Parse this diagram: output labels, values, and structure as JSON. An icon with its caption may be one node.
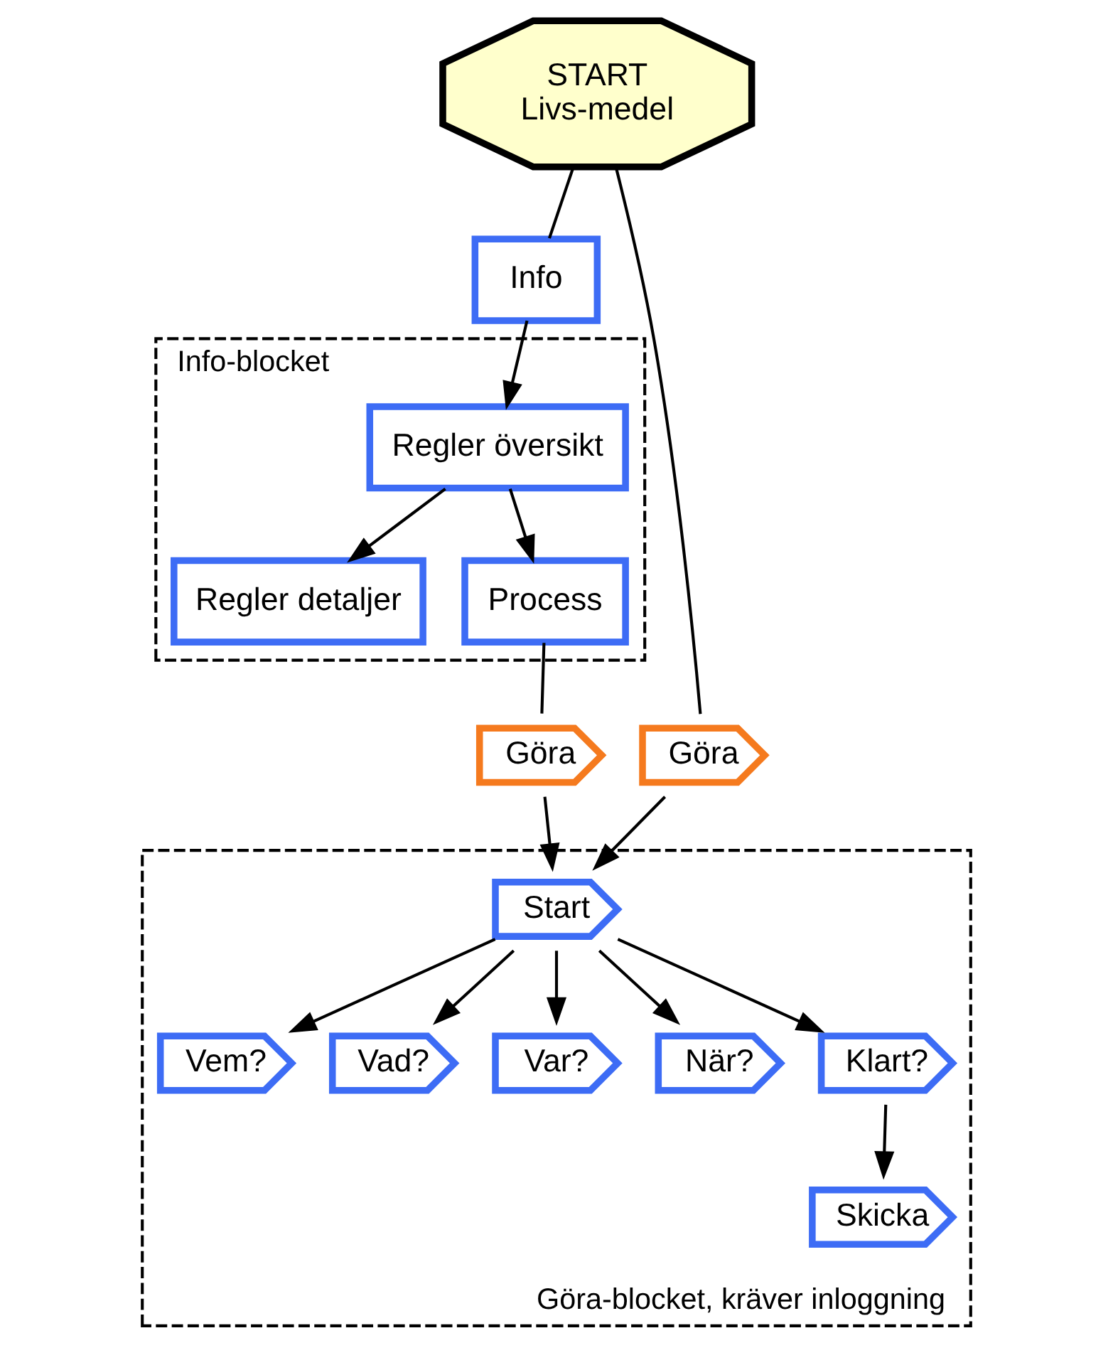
{
  "diagram": {
    "nodes": [
      {
        "text": [
          "START",
          "Livs-medel"
        ]
      },
      {
        "text": [
          "Info"
        ]
      },
      {
        "text": [
          "Göra"
        ]
      },
      {
        "text": [
          "Info-blocket"
        ]
      },
      {
        "text": [
          "Regler översikt"
        ],
        "in": 3
      },
      {
        "text": [
          "Regler detaljer"
        ],
        "in": 3
      },
      {
        "text": [
          "Process"
        ],
        "in": 3
      },
      {
        "text": [
          "Göra"
        ]
      },
      {
        "text": [
          "Göra-blocket, kräver inloggning"
        ]
      },
      {
        "text": [
          "Start"
        ],
        "in": 8
      },
      {
        "text": [
          "Vem?"
        ],
        "in": 8
      },
      {
        "text": [
          "Vad?"
        ],
        "in": 8
      },
      {
        "text": [
          "Var?"
        ],
        "in": 8
      },
      {
        "text": [
          "När?"
        ],
        "in": 8
      },
      {
        "text": [
          "Klart?"
        ],
        "in": 8
      },
      {
        "text": [
          "Skicka"
        ],
        "in": 8
      }
    ],
    "edges": [
      {
        "from": 0,
        "to": 1,
        "arrow": "none"
      },
      {
        "from": 0,
        "to": 2,
        "arrow": "none"
      },
      {
        "from": 1,
        "to": 4,
        "arrow": "to"
      },
      {
        "from": 4,
        "to": 5,
        "arrow": "to"
      },
      {
        "from": 4,
        "to": 6,
        "arrow": "to"
      },
      {
        "from": 6,
        "to": 7,
        "arrow": "none"
      },
      {
        "from": 7,
        "to": 9,
        "arrow": "to"
      },
      {
        "from": 2,
        "to": 9,
        "arrow": "to"
      },
      {
        "from": 9,
        "to": 10,
        "arrow": "to"
      },
      {
        "from": 9,
        "to": 11,
        "arrow": "to"
      },
      {
        "from": 9,
        "to": 12,
        "arrow": "to"
      },
      {
        "from": 9,
        "to": 13,
        "arrow": "to"
      },
      {
        "from": 9,
        "to": 14,
        "arrow": "to"
      },
      {
        "from": 14,
        "to": 15,
        "arrow": "to"
      }
    ]
  }
}
